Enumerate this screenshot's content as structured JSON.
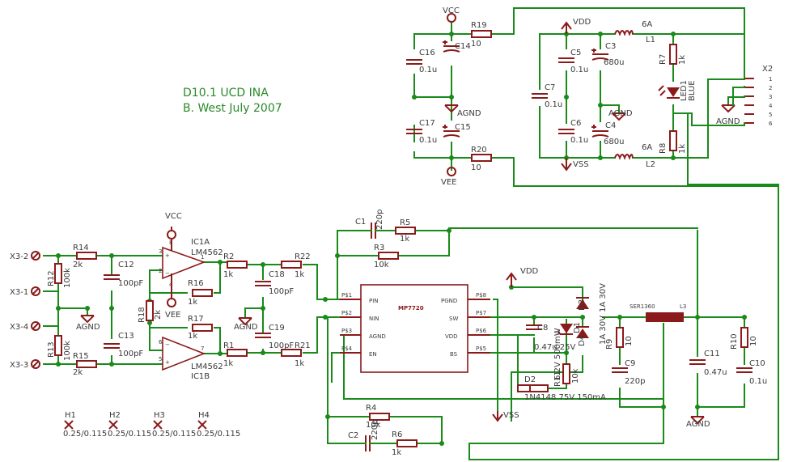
{
  "title_block": {
    "line1": "D10.1 UCD INA",
    "line2": "B. West  July 2007"
  },
  "power_rails": {
    "vcc": "VCC",
    "vee": "VEE",
    "vdd": "VDD",
    "vss": "VSS",
    "agnd": "AGND"
  },
  "connectors": {
    "x3_2": "X3-2",
    "x3_1": "X3-1",
    "x3_4": "X3-4",
    "x3_3": "X3-3",
    "x2": "X2",
    "x2_pins": [
      "1",
      "2",
      "3",
      "4",
      "5",
      "6"
    ]
  },
  "opamps": {
    "a": {
      "name": "IC1A",
      "value": "LM4562"
    },
    "b": {
      "name": "IC1B",
      "value": "LM4562"
    }
  },
  "ic": {
    "name": "MP7720",
    "left_pins": [
      "PIN",
      "NIN",
      "AGND",
      "EN"
    ],
    "left_pads": [
      "P$1",
      "P$2",
      "P$3",
      "P$4"
    ],
    "right_pins": [
      "PGND",
      "SW",
      "VDD",
      "BS"
    ],
    "right_pads": [
      "P$8",
      "P$7",
      "P$6",
      "P$5"
    ]
  },
  "resistors": {
    "r1": {
      "name": "R1",
      "value": "1k"
    },
    "r2": {
      "name": "R2",
      "value": "1k"
    },
    "r3": {
      "name": "R3",
      "value": "10k"
    },
    "r4": {
      "name": "R4",
      "value": "10k"
    },
    "r5": {
      "name": "R5",
      "value": "1k"
    },
    "r6": {
      "name": "R6",
      "value": "1k"
    },
    "r7": {
      "name": "R7",
      "value": "1k"
    },
    "r8": {
      "name": "R8",
      "value": "1k"
    },
    "r9": {
      "name": "R9",
      "value": "10"
    },
    "r10": {
      "name": "R10",
      "value": "10"
    },
    "r11": {
      "name": "R11",
      "value": "10k"
    },
    "r12": {
      "name": "R12",
      "value": "100k"
    },
    "r13": {
      "name": "R13",
      "value": "100k"
    },
    "r14": {
      "name": "R14",
      "value": "2k"
    },
    "r15": {
      "name": "R15",
      "value": "2k"
    },
    "r16": {
      "name": "R16",
      "value": "1k"
    },
    "r17": {
      "name": "R17",
      "value": "1k"
    },
    "r18": {
      "name": "R18",
      "value": "2k"
    },
    "r19": {
      "name": "R19",
      "value": "10"
    },
    "r20": {
      "name": "R20",
      "value": "10"
    },
    "r21": {
      "name": "R21",
      "value": "1k"
    },
    "r22": {
      "name": "R22",
      "value": "1k"
    }
  },
  "capacitors": {
    "c1": {
      "name": "C1",
      "value": "220p"
    },
    "c2": {
      "name": "C2",
      "value": "220p"
    },
    "c3": {
      "name": "C3",
      "value": "680u"
    },
    "c4": {
      "name": "C4",
      "value": "680u"
    },
    "c5": {
      "name": "C5",
      "value": "0.1u"
    },
    "c6": {
      "name": "C6",
      "value": "0.1u"
    },
    "c7": {
      "name": "C7",
      "value": "0.1u"
    },
    "c8": {
      "name": "C8",
      "value": "0.47u 25V"
    },
    "c9": {
      "name": "C9",
      "value": "220p"
    },
    "c10": {
      "name": "C10",
      "value": "0.1u"
    },
    "c11": {
      "name": "C11",
      "value": "0.47u"
    },
    "c12": {
      "name": "C12",
      "value": "100pF"
    },
    "c13": {
      "name": "C13",
      "value": "100pF"
    },
    "c14": {
      "name": "C14",
      "value": ""
    },
    "c15": {
      "name": "C15",
      "value": ""
    },
    "c16": {
      "name": "C16",
      "value": "0.1u"
    },
    "c17": {
      "name": "C17",
      "value": "0.1u"
    },
    "c18": {
      "name": "C18",
      "value": "100pF"
    },
    "c19": {
      "name": "C19",
      "value": "100pF"
    }
  },
  "diodes": {
    "d1": {
      "name": "D1",
      "value": "6.2V 500mW"
    },
    "d2": {
      "name": "D2",
      "value": "1N4148 75V 150mA"
    },
    "d3": {
      "name": "D3",
      "value": "1A 30V"
    },
    "d4": {
      "name": "D4",
      "value": "1A 30V"
    }
  },
  "led": {
    "name": "LED1",
    "value": "BLUE"
  },
  "inductors": {
    "l1": {
      "name": "L1",
      "value": "6A"
    },
    "l2": {
      "name": "L2",
      "value": "6A"
    },
    "l3": {
      "name": "L3",
      "value": "SER1360"
    }
  },
  "holes": [
    {
      "name": "H1",
      "value": "0.25/0.115"
    },
    {
      "name": "H2",
      "value": "0.25/0.115"
    },
    {
      "name": "H3",
      "value": "0.25/0.115"
    },
    {
      "name": "H4",
      "value": "0.25/0.115"
    }
  ]
}
